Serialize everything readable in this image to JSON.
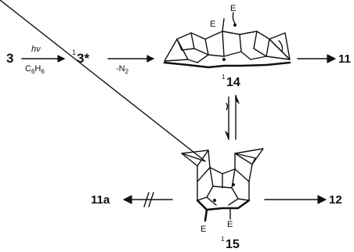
{
  "scheme": {
    "start_compound": "3",
    "step1": {
      "above": "hν",
      "below": "C6H6"
    },
    "excited_state": {
      "superscript": "1",
      "label": "3*"
    },
    "step2": {
      "below": "-N2"
    },
    "intermediate_14": {
      "superscript": "1",
      "label": "14",
      "substituent": "E",
      "substituent2": "E"
    },
    "product_11": "11",
    "intermediate_15": {
      "superscript": "1",
      "label": "15",
      "substituent": "E",
      "substituent2": "E"
    },
    "product_11a": "11a",
    "product_12": "12"
  }
}
